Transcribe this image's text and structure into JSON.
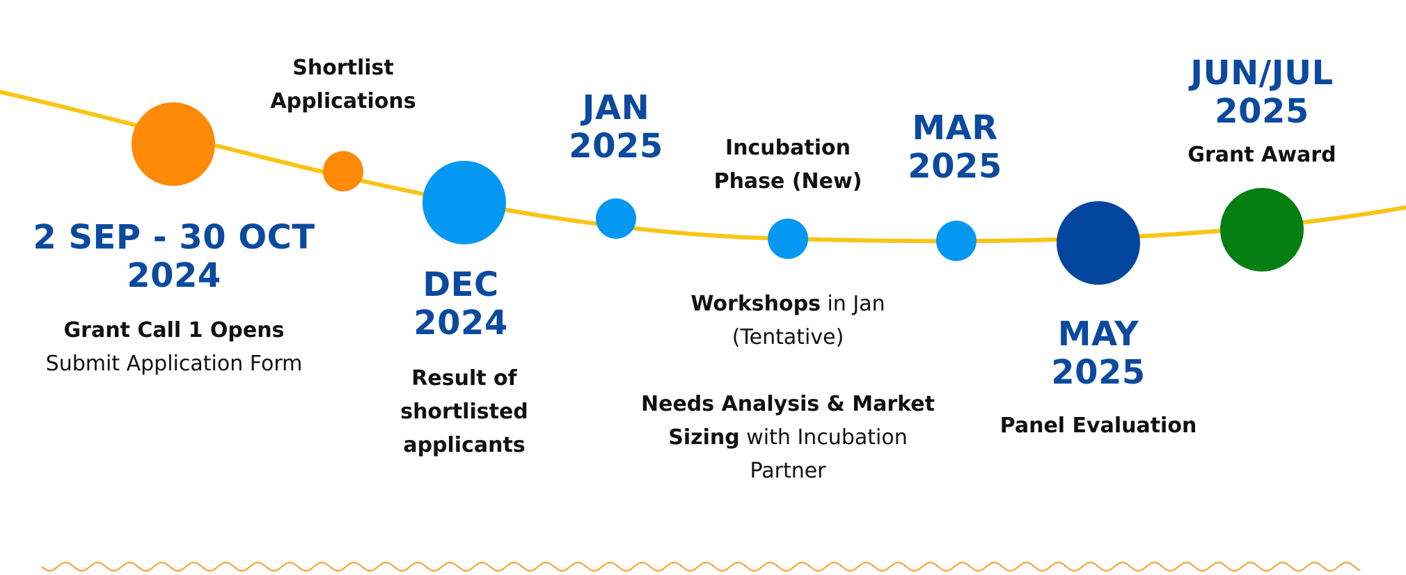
{
  "colors": {
    "curve": "#F9C413",
    "wave": "#F2A93B",
    "date_text": "#0B4A9E",
    "text": "#111111",
    "orange": "#FF8A07",
    "light_blue": "#0498F2",
    "dark_blue": "#02469E",
    "green": "#057F12"
  },
  "milestones": [
    {
      "date_line1": "2 SEP - 30 OCT",
      "date_line2": "2024",
      "title": "Grant Call 1 Opens",
      "desc": "Submit Application Form",
      "dot_color": "orange"
    },
    {
      "title_line1": "Shortlist",
      "title_line2": "Applications",
      "dot_color": "orange"
    },
    {
      "date_line1": "DEC",
      "date_line2": "2024",
      "title_line1": "Result of",
      "title_line2": "shortlisted",
      "title_line3": "applicants",
      "dot_color": "light_blue"
    },
    {
      "date_line1": "JAN",
      "date_line2": "2025",
      "dot_color": "light_blue"
    },
    {
      "title_line1": "Incubation",
      "title_line2": "Phase (New)",
      "workshops_bold": "Workshops",
      "workshops_rest": " in Jan",
      "workshops_line2": "(Tentative)",
      "needs_line1": "Needs Analysis & Market",
      "needs_bold": "Sizing",
      "needs_rest": " with Incubation",
      "needs_line3": "Partner",
      "dot_color": "light_blue"
    },
    {
      "date_line1": "MAR",
      "date_line2": "2025",
      "dot_color": "light_blue"
    },
    {
      "date_line1": "MAY",
      "date_line2": "2025",
      "title": "Panel Evaluation",
      "dot_color": "dark_blue"
    },
    {
      "date_line1": "JUN/JUL",
      "date_line2": "2025",
      "title": "Grant Award",
      "dot_color": "green"
    }
  ]
}
